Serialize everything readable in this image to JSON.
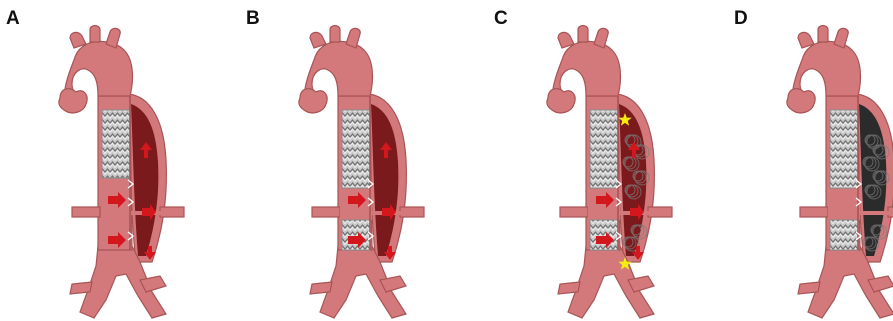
{
  "figure": {
    "panels": [
      {
        "label": "A",
        "stent_extends_below_branches": false,
        "false_lumen": "perfused",
        "flow_arrows": "entry-and-lumen",
        "coils": false,
        "stars": 0
      },
      {
        "label": "B",
        "stent_extends_below_branches": true,
        "false_lumen": "perfused",
        "flow_arrows": "entry-and-lumen",
        "coils": false,
        "stars": 0
      },
      {
        "label": "C",
        "stent_extends_below_branches": true,
        "false_lumen": "coiled",
        "flow_arrows": "entry-and-lumen",
        "coils": true,
        "stars": 2
      },
      {
        "label": "D",
        "stent_extends_below_branches": true,
        "false_lumen": "thrombosed",
        "flow_arrows": "none",
        "coils": true,
        "stars": 0
      }
    ],
    "colors": {
      "aorta": "#d3797b",
      "aorta_outline": "#a85456",
      "false_lumen": "#7a1a1c",
      "thrombosed_lumen": "#2b2b2b",
      "stent": "#c9c9c9",
      "arrow": "#d4161d",
      "star": "#f5ec10"
    }
  }
}
